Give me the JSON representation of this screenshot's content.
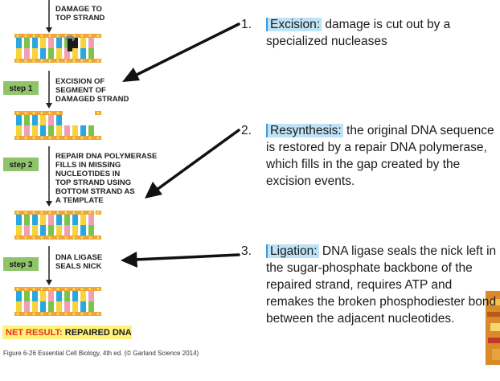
{
  "diagram": {
    "labels": {
      "damage": [
        "DAMAGE TO",
        "TOP STRAND"
      ],
      "excision": [
        "EXCISION OF",
        "SEGMENT OF",
        "DAMAGED STRAND"
      ],
      "polymerase": [
        "REPAIR DNA POLYMERASE",
        "FILLS IN MISSING",
        "NUCLEOTIDES IN",
        "TOP STRAND USING",
        "BOTTOM STRAND AS",
        "A TEMPLATE"
      ],
      "ligase": [
        "DNA LIGASE",
        "SEALS NICK"
      ]
    },
    "steps": [
      "step 1",
      "step 2",
      "step 3"
    ],
    "net_result": {
      "prefix": "NET RESULT:",
      "suffix": "REPAIRED DNA"
    },
    "caption": "Figure 6-26 Essential Cell Biology, 4th ed. (© Garland Science 2014)"
  },
  "items": [
    {
      "num": "1.",
      "term": "Excision:",
      "text": " damage is cut out by a specialized nucleases"
    },
    {
      "num": "2.",
      "term": "Resynthesis:",
      "text": " the original DNA sequence is restored by a repair DNA polymerase, which fills in the gap created by the excision events."
    },
    {
      "num": "3.",
      "term": "Ligation:",
      "text": " DNA ligase seals the nick left in the sugar-phosphate backbone of the repaired strand, requires ATP and remakes the broken phosphodiester bond between the adjacent nucleotides."
    }
  ],
  "colors": {
    "backbone_orange": "#f0a53a",
    "backbone_dots": "#f7e05a",
    "step_box": "#8fc46a",
    "highlight": "#bfe2f6",
    "net_result_bg": "#fff27a",
    "net_result_prefix": "#e8311e",
    "base_colors": [
      "#29a8df",
      "#f0a0b4",
      "#ef3b2c",
      "#7dc24a",
      "#f7d43a"
    ],
    "damage_color": "#1a1a1a"
  }
}
